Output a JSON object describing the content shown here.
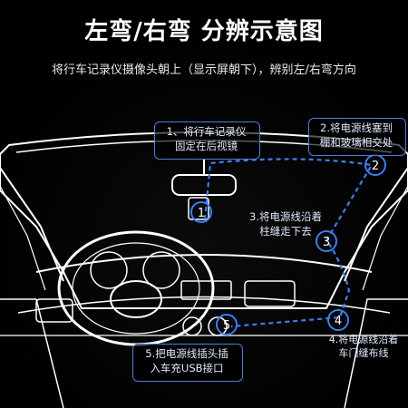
{
  "title": "左弯/右弯 分辨示意图",
  "subtitle": "将行车记录仪摄像头朝上（显示屏朝下），辨别左/右弯方向",
  "steps": [
    {
      "num": "1",
      "line1": "1、将行车记录仪",
      "line2": "固定在后视镜"
    },
    {
      "num": "2",
      "line1": "2.将电源线塞到",
      "line2": "棚和玻璃相交处"
    },
    {
      "num": "3",
      "line1": "3.将电源线沿着",
      "line2": "柱缝走下去"
    },
    {
      "num": "4",
      "line1": "4.将电源线沿着",
      "line2": "车门缝布线"
    },
    {
      "num": "5",
      "line1": "5.把电源线插头插",
      "line2": "入车充USB接口"
    }
  ],
  "colors": {
    "accent": "#4f7fd6",
    "line": "#ffffff",
    "background": "#000000"
  }
}
